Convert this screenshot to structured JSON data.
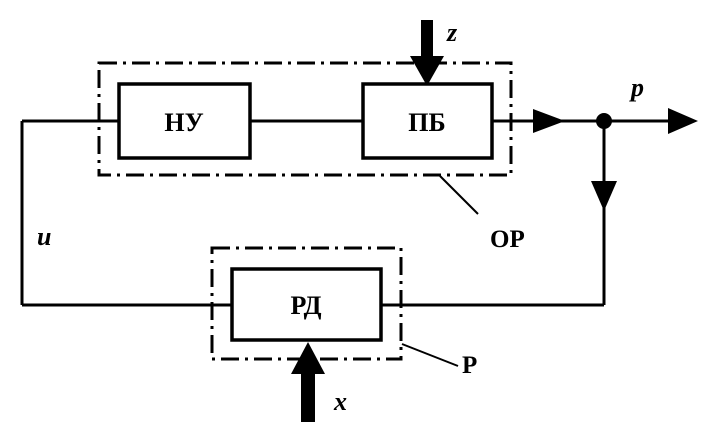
{
  "blocks": {
    "nu": "НУ",
    "pb": "ПБ",
    "rd": "РД"
  },
  "groups": {
    "op": "ОР",
    "r": "Р"
  },
  "signals": {
    "z": "z",
    "p": "p",
    "u": "u",
    "x": "x"
  }
}
